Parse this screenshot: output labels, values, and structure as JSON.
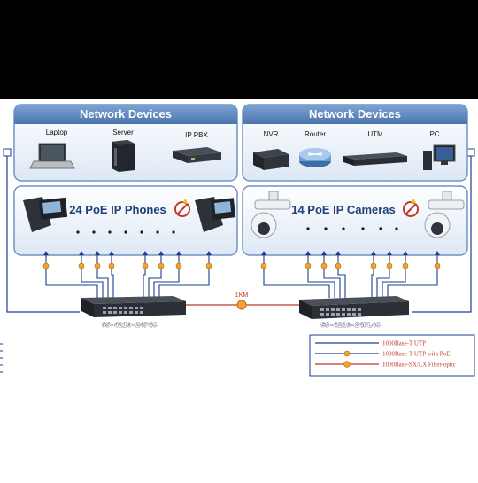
{
  "left_top_panel": {
    "title": "Network Devices",
    "devices": [
      {
        "label": "Laptop",
        "icon": "laptop-icon"
      },
      {
        "label": "Server",
        "icon": "server-icon"
      },
      {
        "label": "IP PBX",
        "icon": "ip-pbx-icon"
      }
    ]
  },
  "right_top_panel": {
    "title": "Network Devices",
    "devices": [
      {
        "label": "NVR",
        "icon": "nvr-icon"
      },
      {
        "label": "Router",
        "icon": "router-icon"
      },
      {
        "label": "UTM",
        "icon": "utm-icon"
      },
      {
        "label": "PC",
        "icon": "pc-icon"
      }
    ]
  },
  "left_mid_panel": {
    "title": "24 PoE IP Phones",
    "icon": "ip-phone-icon"
  },
  "right_mid_panel": {
    "title": "14 PoE IP Cameras",
    "icon": "ip-camera-icon"
  },
  "link_label": "1KM",
  "switches": {
    "left_model": "GS-4210-24P4C",
    "right_model": "GS-4210-24PL4C"
  },
  "legend": [
    {
      "label": "1000Base-T UTP",
      "color": "#1c3f8f"
    },
    {
      "label": "1000Base-T UTP with PoE",
      "color": "#1c3f8f"
    },
    {
      "label": "1000Base-SX/LX Fiber-optic",
      "color": "#c0392b"
    }
  ],
  "colors": {
    "top_band": "#000000",
    "panel_header": "#5b86bd",
    "panel_fill": "#e6eef8",
    "panel_border": "#6f93c4",
    "cable": "#1c3f8f",
    "poe_marker": "#f2a32b",
    "fiber": "#c0392b"
  }
}
